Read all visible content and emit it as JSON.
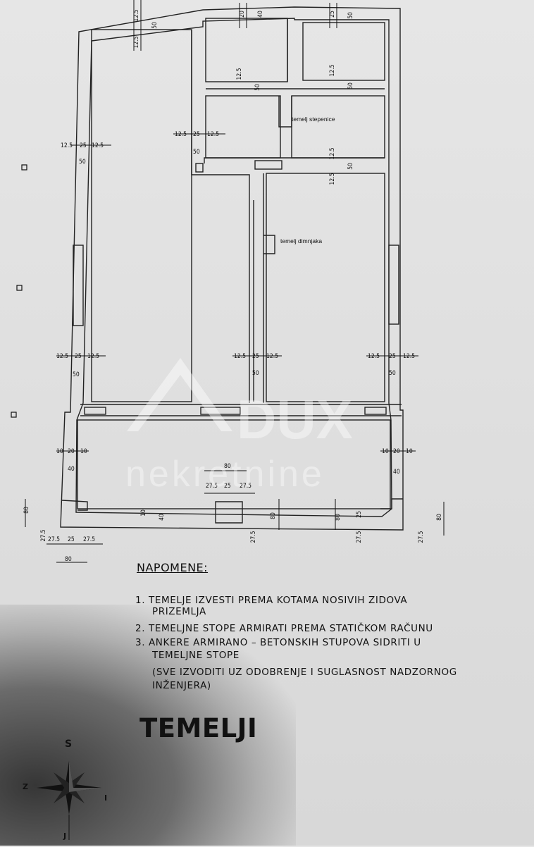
{
  "plan": {
    "labels": {
      "stair_foundation": "temelj stepenice",
      "chimney_foundation": "temelj dimnjaka"
    },
    "dimensions": {
      "d12_5": "12.5",
      "d25": "25",
      "d50": "50",
      "d10": "10",
      "d20": "20",
      "d40": "40",
      "d80": "80",
      "d27_5": "27.5"
    },
    "markers": [
      "square",
      "square",
      "square"
    ]
  },
  "watermark": {
    "brand": "DUX",
    "sub": "nekretnine"
  },
  "notes": {
    "heading": "NAPOMENE:",
    "items": [
      "1. TEMELJE IZVESTI PREMA KOTAMA NOSIVIH ZIDOVA",
      "PRIZEMLJA",
      "2. TEMELJNE STOPE ARMIRATI PREMA STATIČKOM RAČUNU",
      "3. ANKERE ARMIRANO – BETONSKIH STUPOVA SIDRITI U",
      "TEMELJNE STOPE",
      "(SVE IZVODITI UZ ODOBRENJE I SUGLASNOST NADZORNOG",
      "INŽENJERA)"
    ]
  },
  "title": "TEMELJI",
  "compass": {
    "s": "S",
    "z": "Z",
    "i": "I",
    "j": "J"
  }
}
